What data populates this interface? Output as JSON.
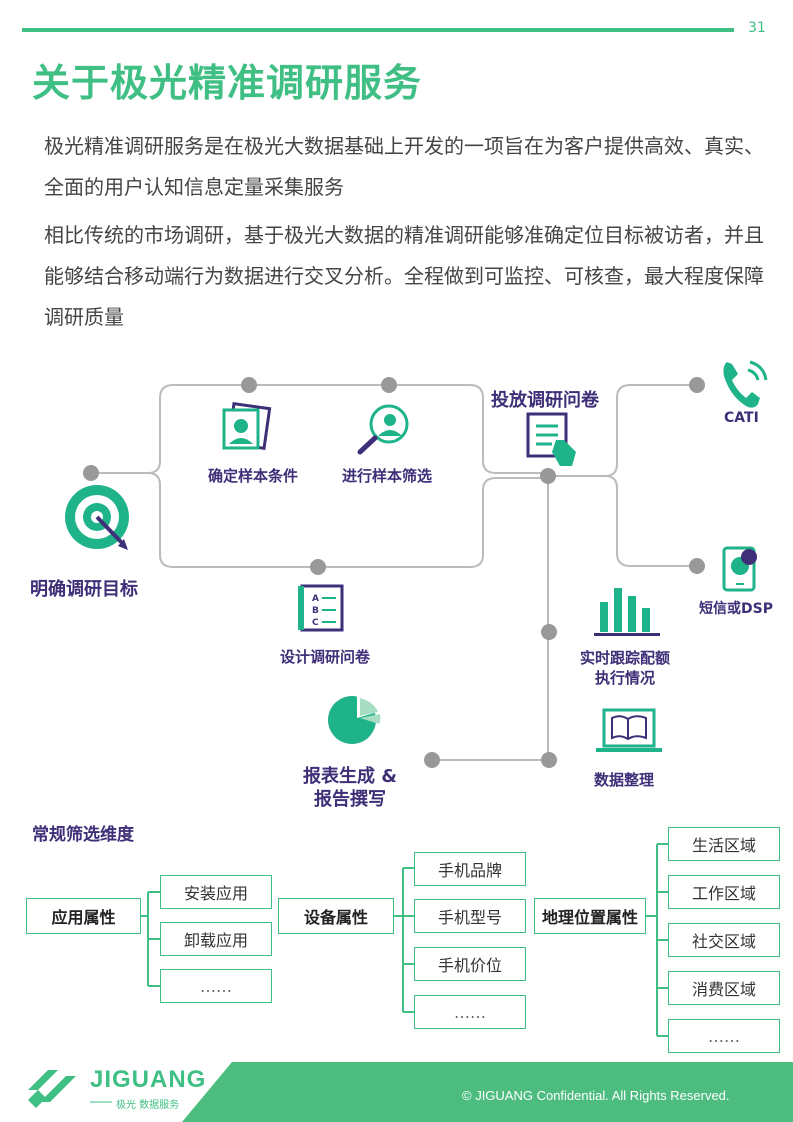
{
  "page": {
    "number": "31",
    "title": "关于极光精准调研服务"
  },
  "intro": {
    "p1": "极光精准调研服务是在极光大数据基础上开发的一项旨在为客户提供高效、真实、全面的用户认知信息定量采集服务",
    "p2": "相比传统的市场调研，基于极光大数据的精准调研能够准确定位目标被访者，并且能够结合移动端行为数据进行交叉分析。全程做到可监控、可核查，最大程度保障调研质量"
  },
  "flow": {
    "goal": "明确调研目标",
    "sample_conditions": "确定样本条件",
    "sample_screen": "进行样本筛选",
    "design": "设计调研问卷",
    "deliver": "投放调研问卷",
    "cati": "CATI",
    "sms": "短信或DSP",
    "tracking_l1": "实时跟踪配额",
    "tracking_l2": "执行情况",
    "organize": "数据整理",
    "report_l1": "报表生成 &",
    "report_l2": "报告撰写"
  },
  "screening": {
    "heading": "常规筛选维度",
    "groups": [
      {
        "name": "应用属性",
        "items": [
          "安装应用",
          "卸载应用",
          "……"
        ]
      },
      {
        "name": "设备属性",
        "items": [
          "手机品牌",
          "手机型号",
          "手机价位",
          "……"
        ]
      },
      {
        "name": "地理位置属性",
        "items": [
          "生活区域",
          "工作区域",
          "社交区域",
          "消费区域",
          "……"
        ]
      }
    ]
  },
  "footer": {
    "logo": "JIGUANG",
    "logo_sub": "极光 数据服务",
    "copyright": "© JIGUANG  Confidential. All Rights Reserved."
  },
  "colors": {
    "accent": "#3fbf84",
    "purple": "#3e2f78",
    "node": "#999999"
  }
}
